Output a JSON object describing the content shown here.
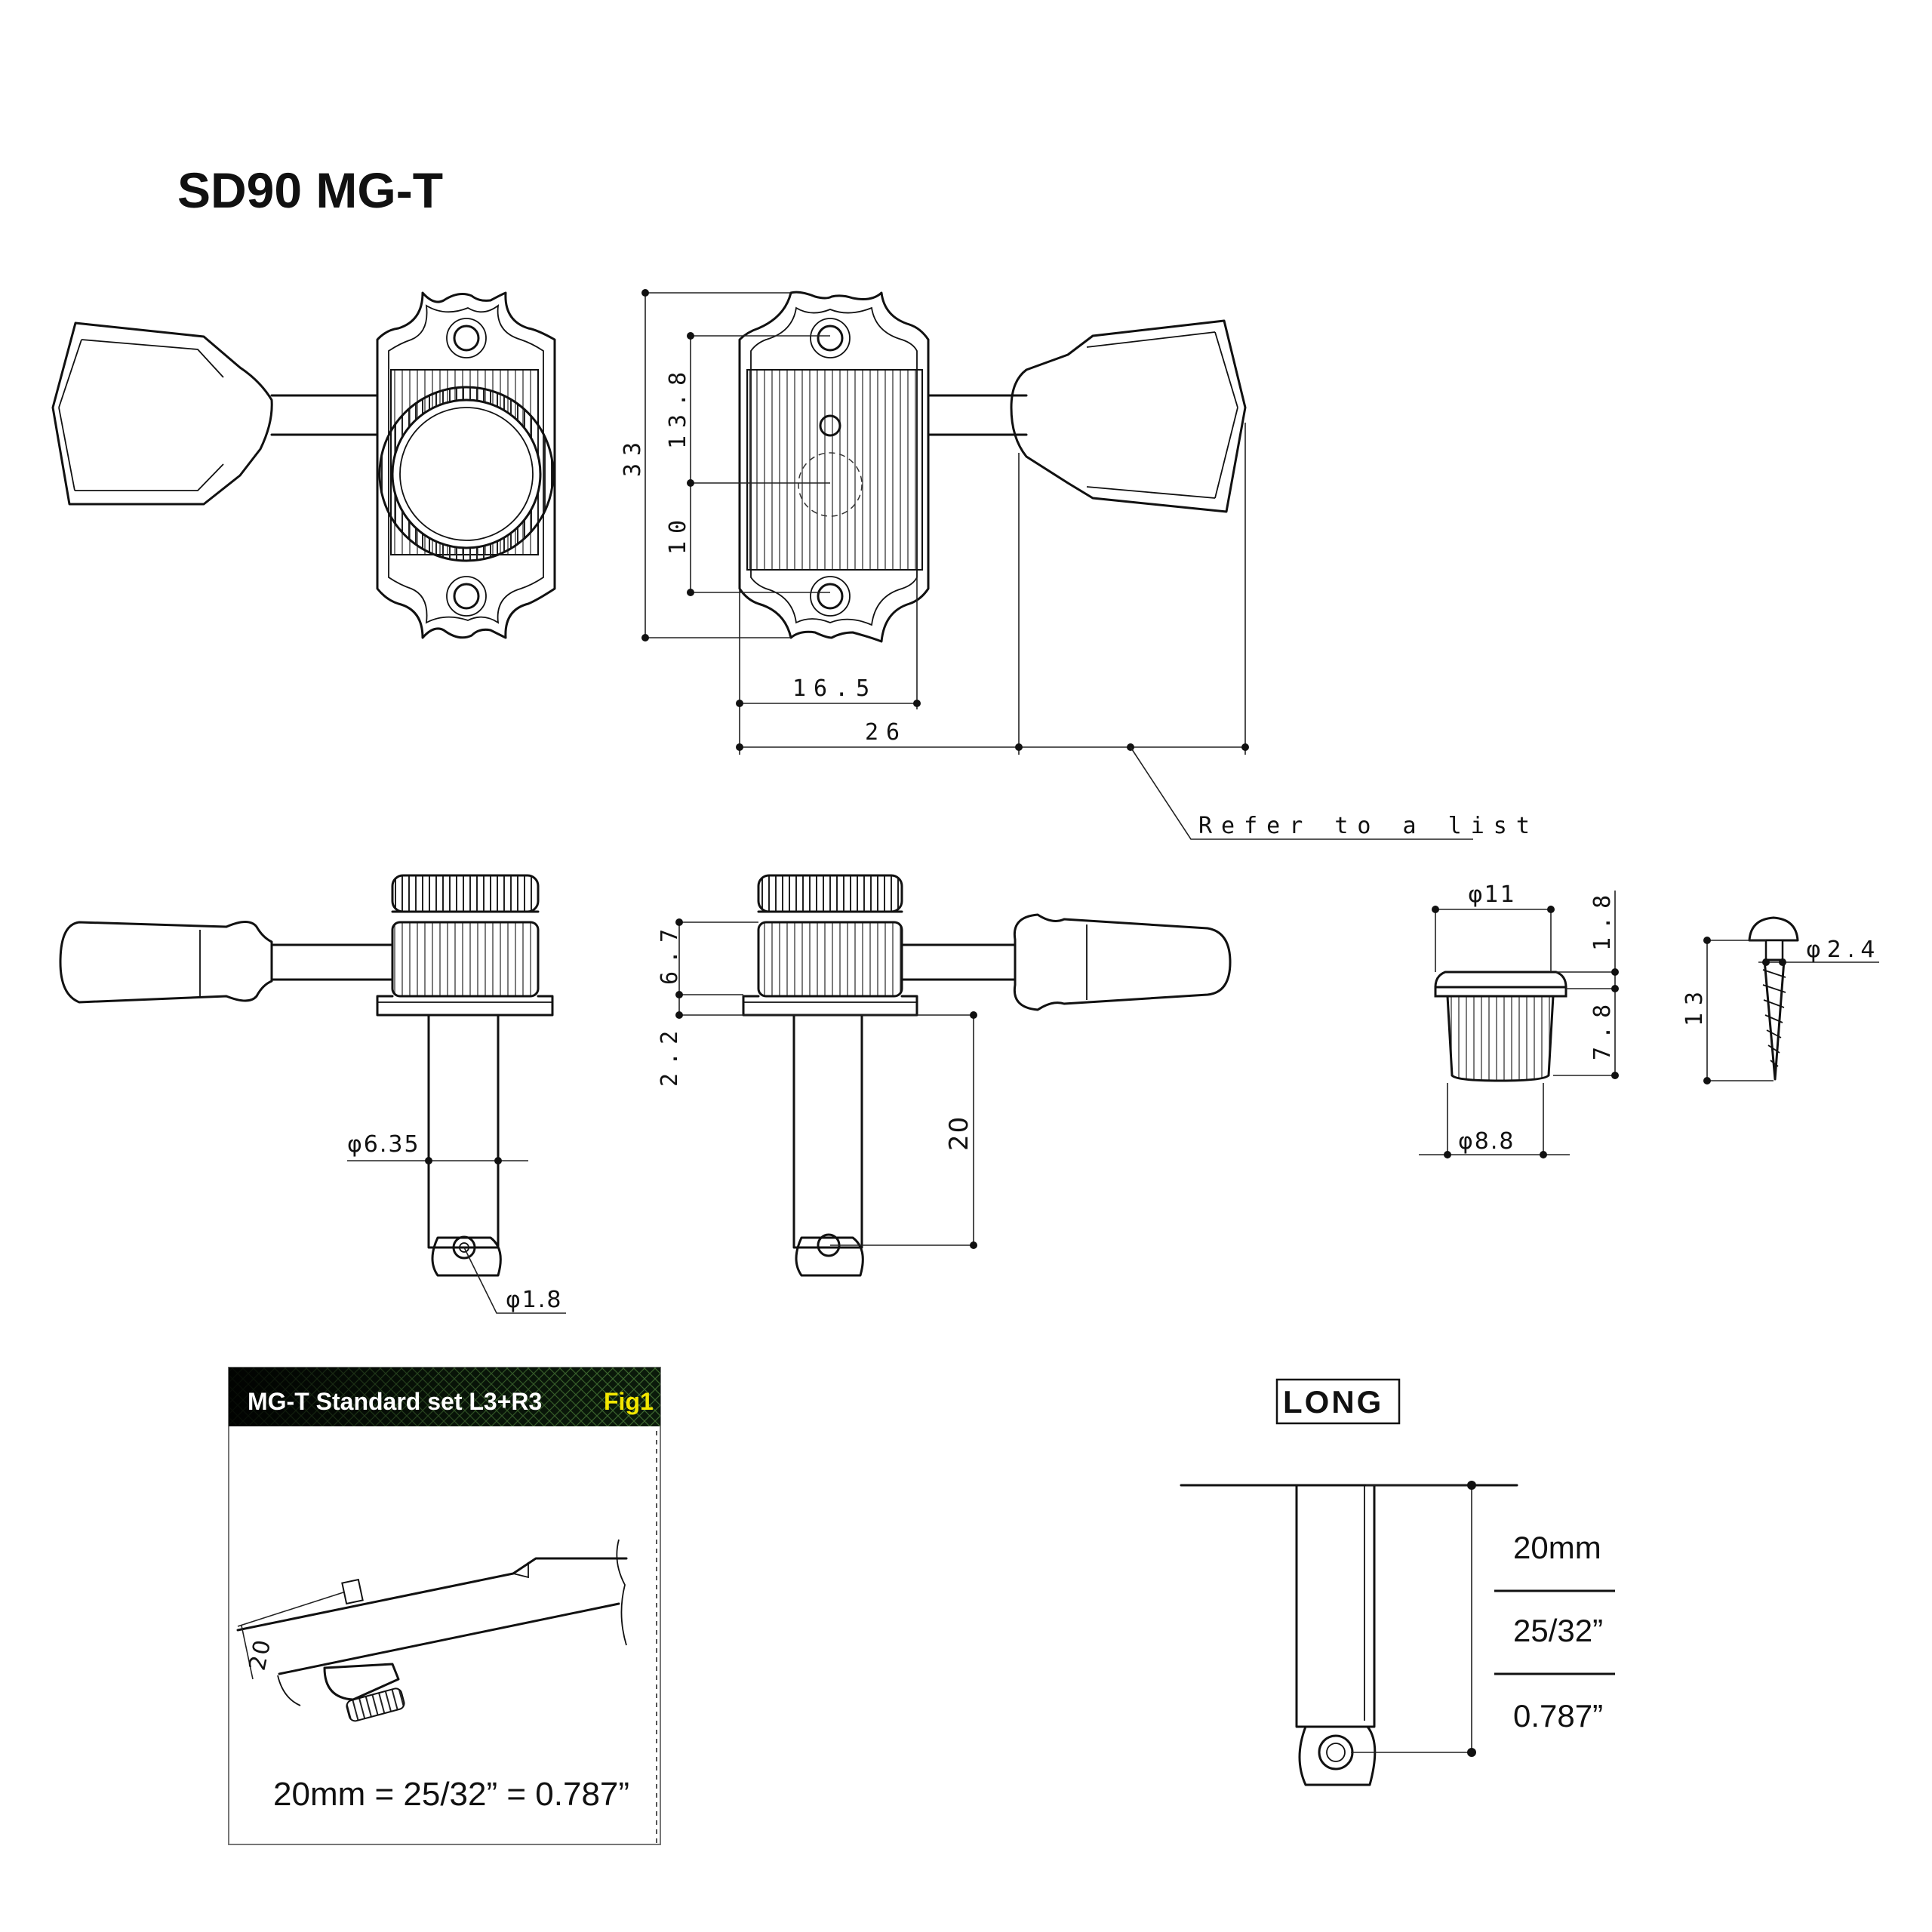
{
  "title": "SD90 MG-T",
  "dimensions": {
    "height_total": "33",
    "upper_hole": "13.8",
    "lower_hole": "10",
    "plate_width": "16.5",
    "overall_width": "26",
    "knob_note": "Refer to a list",
    "post_diameter": "φ6.35",
    "string_hole": "φ1.8",
    "housing_height": "6.7",
    "flange": "2.2",
    "post_length": "20",
    "bushing_top": "φ11",
    "bushing_flange": "1.8",
    "bushing_length": "7.8",
    "bushing_bottom": "φ8.8",
    "screw_diameter": "φ2.4",
    "screw_length": "13"
  },
  "fig_box": {
    "title": "MG-T Standard set  L3+R3",
    "tag": "Fig1",
    "dim_label": "20",
    "equation": "20mm = 25/32” = 0.787”"
  },
  "long_box": {
    "label": "LONG",
    "metric": "20mm",
    "fraction": "25/32”",
    "decimal": "0.787”"
  }
}
